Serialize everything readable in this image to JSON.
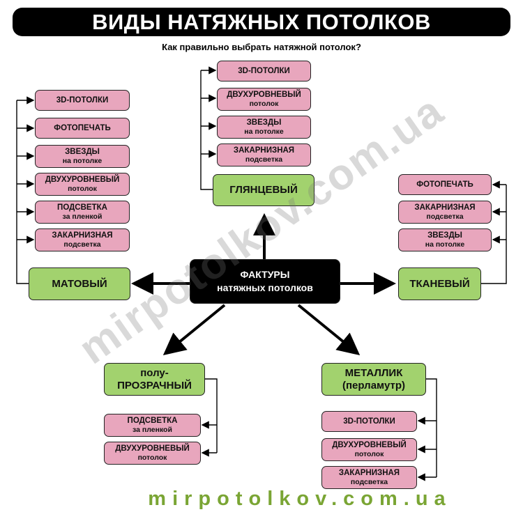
{
  "title": "ВИДЫ НАТЯЖНЫХ ПОТОЛКОВ",
  "subtitle": "Как правильно выбрать натяжной потолок?",
  "watermark": "mirpotolkov.com.ua",
  "footer": "mirpotolkov.com.ua",
  "center": {
    "line1": "ФАКТУРЫ",
    "line2": "натяжных потолков"
  },
  "categories": {
    "glossy": {
      "label": "ГЛЯНЦЕВЫЙ",
      "items": [
        {
          "line1": "3D-ПОТОЛКИ"
        },
        {
          "line1": "ДВУХУРОВНЕВЫЙ",
          "line2": "потолок"
        },
        {
          "line1": "ЗВЕЗДЫ",
          "line2": "на потолке"
        },
        {
          "line1": "ЗАКАРНИЗНАЯ",
          "line2": "подсветка"
        }
      ]
    },
    "matte": {
      "label": "МАТОВЫЙ",
      "items": [
        {
          "line1": "3D-ПОТОЛКИ"
        },
        {
          "line1": "ФОТОПЕЧАТЬ"
        },
        {
          "line1": "ЗВЕЗДЫ",
          "line2": "на потолке"
        },
        {
          "line1": "ДВУХУРОВНЕВЫЙ",
          "line2": "потолок"
        },
        {
          "line1": "ПОДСВЕТКА",
          "line2": "за пленкой"
        },
        {
          "line1": "ЗАКАРНИЗНАЯ",
          "line2": "подсветка"
        }
      ]
    },
    "fabric": {
      "label": "ТКАНЕВЫЙ",
      "items": [
        {
          "line1": "ФОТОПЕЧАТЬ"
        },
        {
          "line1": "ЗАКАРНИЗНАЯ",
          "line2": "подсветка"
        },
        {
          "line1": "ЗВЕЗДЫ",
          "line2": "на потолке"
        }
      ]
    },
    "translucent": {
      "line1": "полу-",
      "line2": "ПРОЗРАЧНЫЙ",
      "items": [
        {
          "line1": "ПОДСВЕТКА",
          "line2": "за пленкой"
        },
        {
          "line1": "ДВУХУРОВНЕВЫЙ",
          "line2": "потолок"
        }
      ]
    },
    "metallic": {
      "line1": "МЕТАЛЛИК",
      "line2": "(перламутр)",
      "items": [
        {
          "line1": "3D-ПОТОЛКИ"
        },
        {
          "line1": "ДВУХУРОВНЕВЫЙ",
          "line2": "потолок"
        },
        {
          "line1": "ЗАКАРНИЗНАЯ",
          "line2": "подсветка"
        }
      ]
    }
  },
  "colors": {
    "title_bg": "#000000",
    "item_fill": "#e8a6bd",
    "category_fill": "#a2d26e",
    "center_fill": "#000000",
    "footer_text": "#7aa534"
  }
}
